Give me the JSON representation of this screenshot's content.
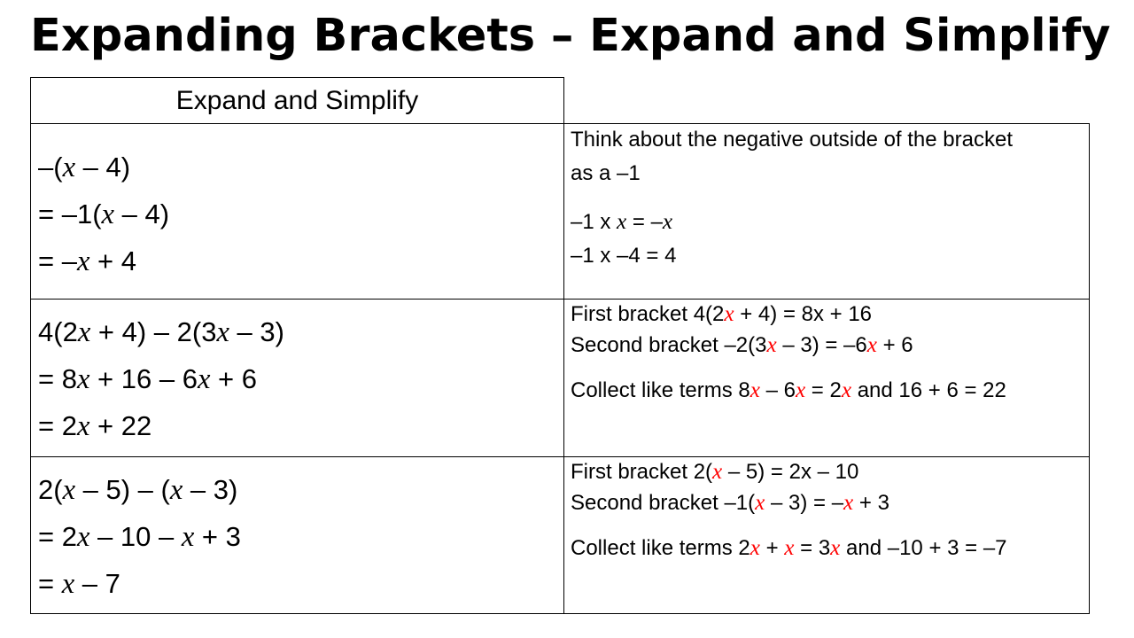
{
  "title": "Expanding Brackets – Expand and Simplify",
  "table": {
    "header": "Expand and Simplify",
    "rows": [
      {
        "work": [
          [
            {
              "t": "–("
            },
            {
              "t": "x",
              "v": true
            },
            {
              "t": " – 4)"
            }
          ],
          [
            {
              "t": "= –1("
            },
            {
              "t": "x",
              "v": true
            },
            {
              "t": " – 4)"
            }
          ],
          [
            {
              "t": "= –"
            },
            {
              "t": "x",
              "v": true
            },
            {
              "t": " + 4"
            }
          ]
        ],
        "notes": [
          [
            {
              "t": "Think about the negative outside of the bracket"
            }
          ],
          [
            {
              "t": " as a –1"
            }
          ],
          [
            {
              "t": "–1 x "
            },
            {
              "t": "x",
              "v": true
            },
            {
              "t": " = –"
            },
            {
              "t": "x",
              "v": true
            }
          ],
          [
            {
              "t": "–1 x –4 = 4"
            }
          ]
        ]
      },
      {
        "work": [
          [
            {
              "t": "4(2"
            },
            {
              "t": "x",
              "v": true
            },
            {
              "t": " + 4) – 2(3"
            },
            {
              "t": "x",
              "v": true
            },
            {
              "t": " – 3)"
            }
          ],
          [
            {
              "t": "= 8"
            },
            {
              "t": "x",
              "v": true
            },
            {
              "t": " + 16 – 6"
            },
            {
              "t": "x",
              "v": true
            },
            {
              "t": " + 6"
            }
          ],
          [
            {
              "t": "= 2"
            },
            {
              "t": "x",
              "v": true
            },
            {
              "t": " + 22"
            }
          ]
        ],
        "notes": [
          [
            {
              "t": "First bracket 4(2"
            },
            {
              "t": "x",
              "v": true,
              "red": true
            },
            {
              "t": " + 4) = 8x + 16"
            }
          ],
          [
            {
              "t": " Second bracket –2(3"
            },
            {
              "t": "x",
              "v": true,
              "red": true
            },
            {
              "t": " – 3) = –6"
            },
            {
              "t": "x",
              "v": true,
              "red": true
            },
            {
              "t": " + 6"
            }
          ],
          [
            {
              "t": "Collect like terms 8"
            },
            {
              "t": "x",
              "v": true,
              "red": true
            },
            {
              "t": " – 6"
            },
            {
              "t": "x",
              "v": true,
              "red": true
            },
            {
              "t": " = 2"
            },
            {
              "t": "x",
              "v": true,
              "red": true
            },
            {
              "t": " and 16 + 6 = 22"
            }
          ]
        ]
      },
      {
        "work": [
          [
            {
              "t": "2("
            },
            {
              "t": "x",
              "v": true
            },
            {
              "t": " – 5) – ("
            },
            {
              "t": "x",
              "v": true
            },
            {
              "t": " – 3)"
            }
          ],
          [
            {
              "t": "= 2"
            },
            {
              "t": "x",
              "v": true
            },
            {
              "t": " – 10 – "
            },
            {
              "t": "x",
              "v": true
            },
            {
              "t": " + 3"
            }
          ],
          [
            {
              "t": "= "
            },
            {
              "t": "x",
              "v": true
            },
            {
              "t": " – 7"
            }
          ]
        ],
        "notes": [
          [
            {
              "t": "First bracket 2("
            },
            {
              "t": "x",
              "v": true,
              "red": true
            },
            {
              "t": " – 5) = 2x – 10"
            }
          ],
          [
            {
              "t": " Second bracket –1("
            },
            {
              "t": "x",
              "v": true,
              "red": true
            },
            {
              "t": " – 3) = –"
            },
            {
              "t": "x",
              "v": true,
              "red": true
            },
            {
              "t": " + 3"
            }
          ],
          [
            {
              "t": "Collect like terms 2"
            },
            {
              "t": "x",
              "v": true,
              "red": true
            },
            {
              "t": " + "
            },
            {
              "t": "x",
              "v": true,
              "red": true
            },
            {
              "t": " = 3"
            },
            {
              "t": "x",
              "v": true,
              "red": true
            },
            {
              "t": " and –10 + 3 = –7"
            }
          ]
        ]
      }
    ]
  },
  "colors": {
    "variable_highlight": "#ff0000",
    "text": "#000000",
    "background": "#ffffff"
  }
}
